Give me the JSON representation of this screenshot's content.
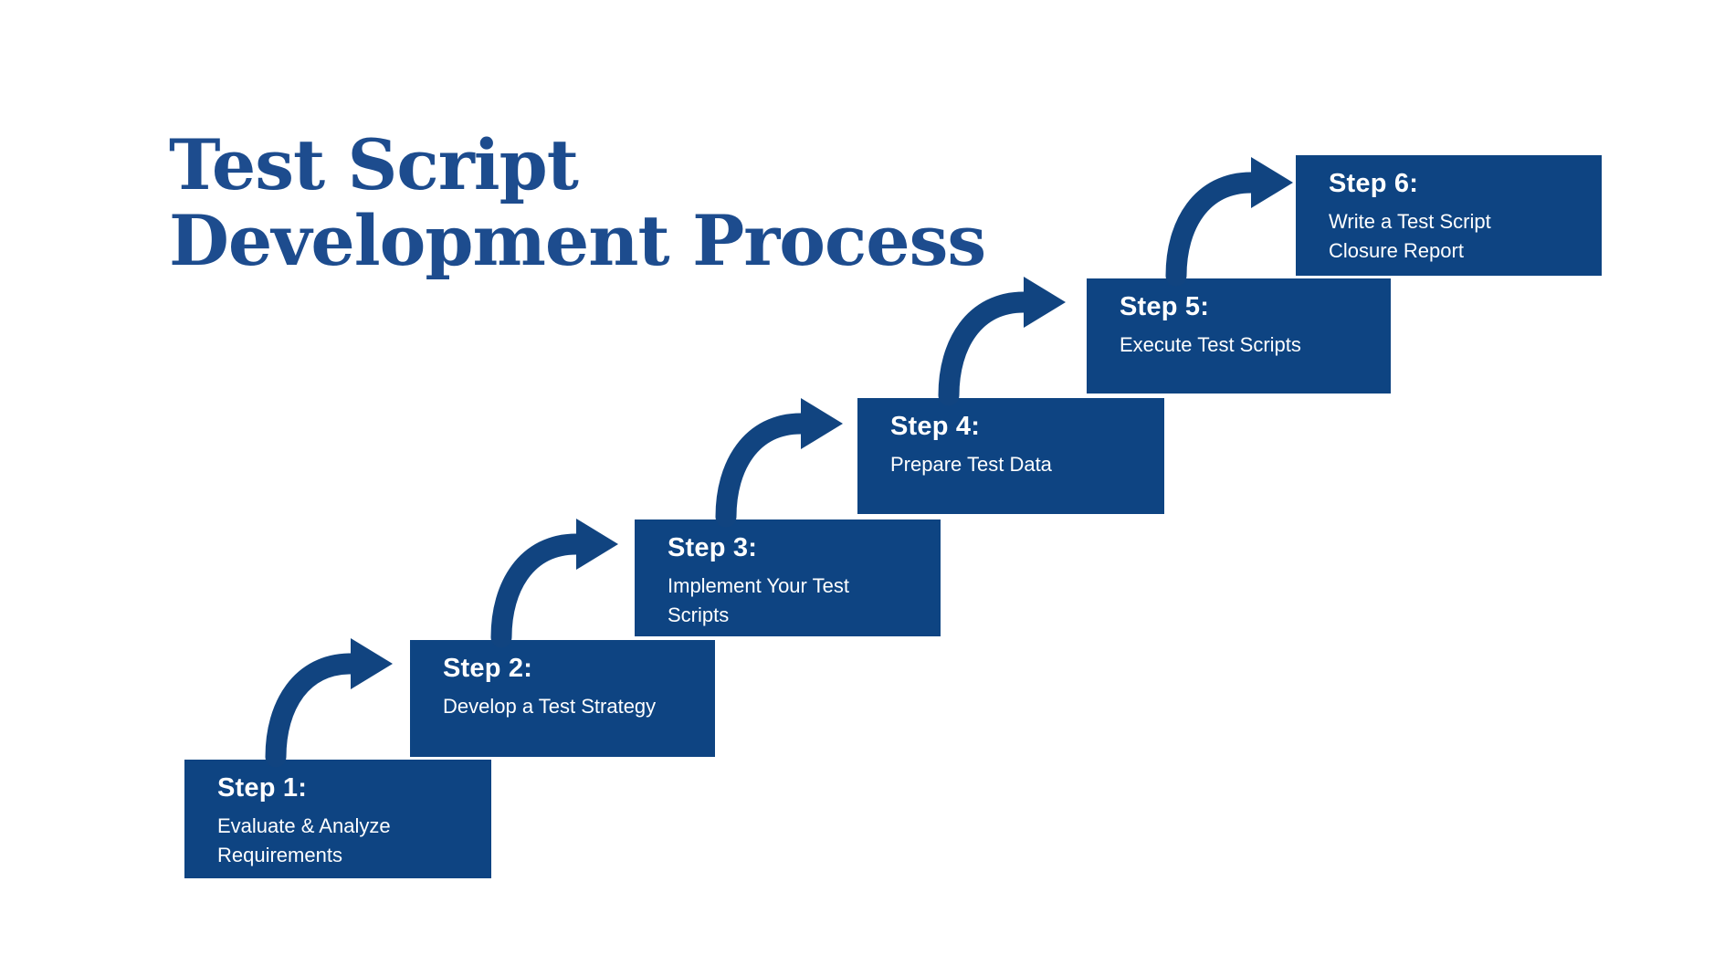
{
  "title": {
    "line1": "Test Script",
    "line2": "Development Process"
  },
  "steps": [
    {
      "label": "Step 1:",
      "description": "Evaluate & Analyze Requirements"
    },
    {
      "label": "Step 2:",
      "description": "Develop a Test Strategy"
    },
    {
      "label": "Step 3:",
      "description": "Implement Your Test Scripts"
    },
    {
      "label": "Step 4:",
      "description": "Prepare Test Data"
    },
    {
      "label": "Step 5:",
      "description": "Execute Test Scripts"
    },
    {
      "label": "Step 6:",
      "description": "Write a Test Script Closure Report"
    }
  ],
  "colors": {
    "background": "#FFFFFF",
    "title_text": "#1D4C8E",
    "box_fill": "#0E4482",
    "arrow": "#114480",
    "step_text": "#FFFFFF"
  }
}
